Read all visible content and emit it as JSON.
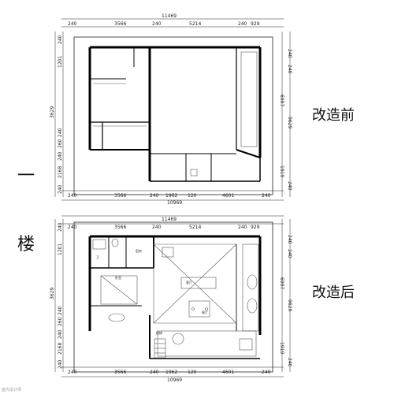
{
  "labels": {
    "before": "改造前",
    "after": "改造后",
    "floor_char_1": "一",
    "floor_char_2": "楼",
    "watermark": "室内设计师"
  },
  "dims": {
    "total_width": "11469",
    "top_segments": [
      "240",
      "3566",
      "240",
      "5214",
      "240",
      "929"
    ],
    "bottom_segments": [
      "240",
      "3566",
      "240",
      "1962",
      "120",
      "4601",
      "240"
    ],
    "bottom_total": "10969",
    "left_segments": [
      "240",
      "1201",
      "3629",
      "240",
      "260",
      "240",
      "2168",
      "240"
    ],
    "right_segments": [
      "240",
      "240",
      "6997",
      "9629",
      "1919",
      "240"
    ]
  },
  "rooms_after": {
    "bath": "卫",
    "kitchen": "厨房",
    "bedroom": "卧室",
    "dining": "餐厅",
    "living": "客厅",
    "stair": "楼梯"
  }
}
